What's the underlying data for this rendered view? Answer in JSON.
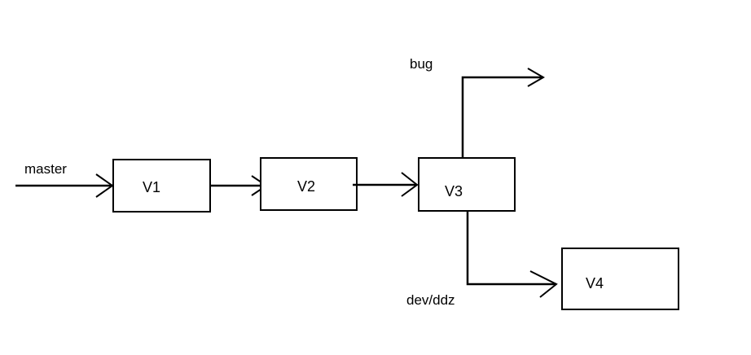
{
  "diagram": {
    "nodes": {
      "v1": "V1",
      "v2": "V2",
      "v3": "V3",
      "v4": "V4"
    },
    "branches": {
      "master": "master",
      "bug": "bug",
      "dev": "dev/ddz"
    },
    "edges": [
      {
        "from": "master",
        "to": "V1"
      },
      {
        "from": "V1",
        "to": "V2"
      },
      {
        "from": "V2",
        "to": "V3"
      },
      {
        "from": "V3",
        "to": "bug"
      },
      {
        "from": "V3",
        "to": "V4",
        "via": "dev/ddz"
      }
    ]
  }
}
